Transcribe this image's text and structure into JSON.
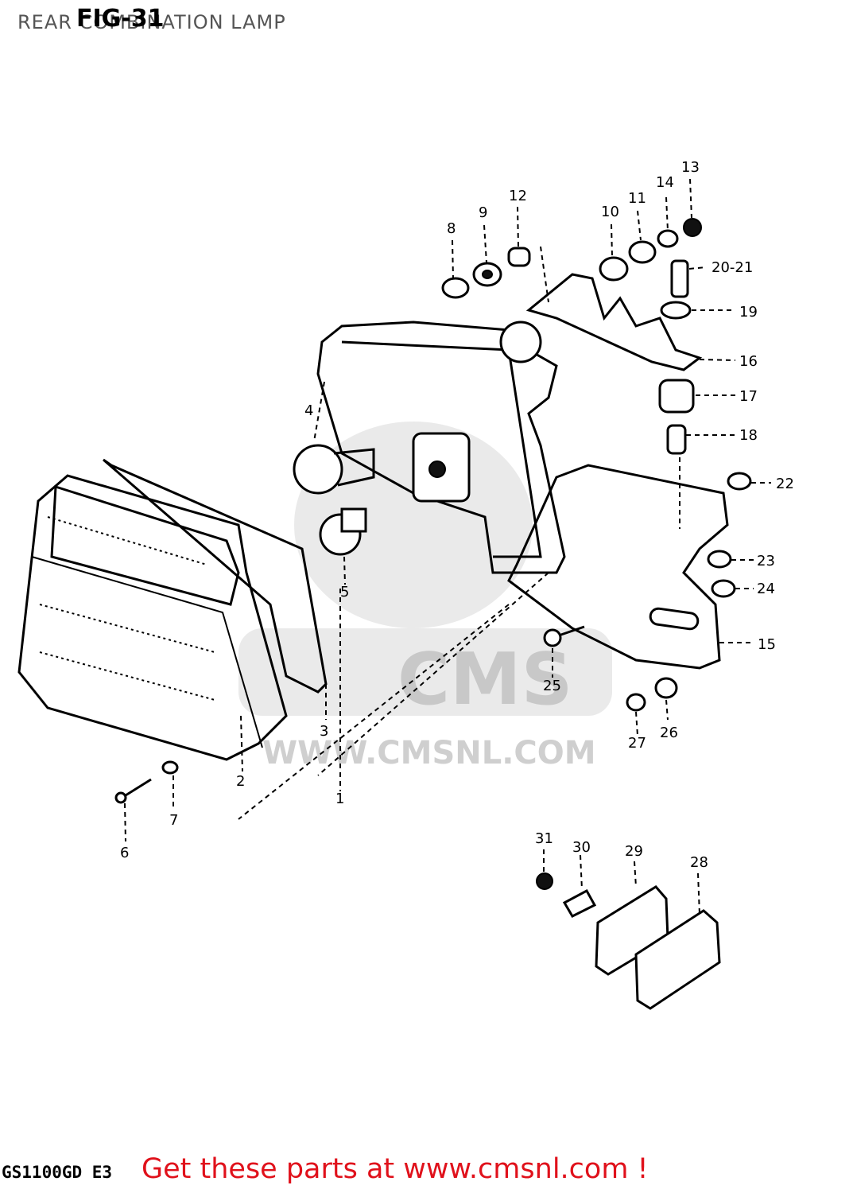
{
  "title": "REAR COMBINATION LAMP",
  "figure_no": "FIG-31",
  "model": "GS1100GD E3",
  "promo": "Get these parts at www.cmsnl.com !",
  "watermark": {
    "logo": "CMS",
    "url": "WWW.CMSNL.COM"
  },
  "callouts": [
    "1",
    "2",
    "3",
    "4",
    "5",
    "6",
    "7",
    "8",
    "9",
    "10",
    "11",
    "12",
    "13",
    "14",
    "15",
    "16",
    "17",
    "18",
    "19",
    "20-21",
    "22",
    "23",
    "24",
    "25",
    "26",
    "27",
    "28",
    "29",
    "30",
    "31"
  ],
  "colors": {
    "promo": "#e0111b",
    "line": "#000000",
    "watermark": "#d9d9d9"
  }
}
